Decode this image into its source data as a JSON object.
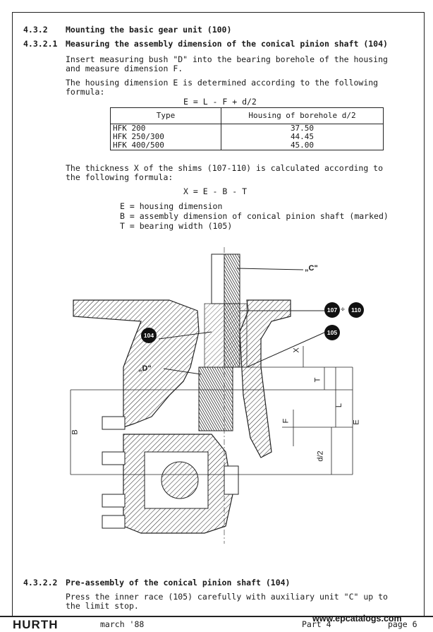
{
  "section_432": {
    "number": "4.3.2",
    "title": "Mounting the basic gear unit (100)"
  },
  "section_4321": {
    "number": "4.3.2.1",
    "title": "Measuring the assembly dimension of the conical pinion shaft (104)",
    "para1_line1": "Insert measuring bush \"D\" into the bearing borehole of the housing",
    "para1_line2": "and measure dimension F.",
    "para2_line1": "The housing dimension E is determined according to the following",
    "para2_line2": "formula:",
    "formula_e": "E = L - F + d/2"
  },
  "table": {
    "header_type": "Type",
    "header_value": "Housing of borehole d/2",
    "rows": [
      {
        "type": "HFK 200",
        "value": "37.50"
      },
      {
        "type": "HFK 250/300",
        "value": "44.45"
      },
      {
        "type": "HFK 400/500",
        "value": "45.00"
      }
    ]
  },
  "shims": {
    "line1": "The thickness X of the shims (107-110) is calculated according to",
    "line2": "the following formula:",
    "formula_x": "X = E - B - T",
    "legend": [
      "E = housing dimension",
      "B = assembly dimension of conical pinion shaft (marked)",
      "T = bearing width (105)"
    ]
  },
  "figure": {
    "label_c": "„C\"",
    "label_d": "„D\"",
    "badge_104": "104",
    "badge_105": "105",
    "badge_107": "107",
    "badge_110": "110",
    "dim_x": "X",
    "dim_t": "T",
    "dim_l": "L",
    "dim_e": "E",
    "dim_b": "B",
    "dim_f": "F",
    "dim_d2": "d/2"
  },
  "section_4322": {
    "number": "4.3.2.2",
    "title": "Pre-assembly of the conical pinion shaft (104)",
    "line1": "Press the inner race (105) carefully with auxiliary unit \"C\" up to",
    "line2": "the limit stop."
  },
  "footer": {
    "logo": "HURTH",
    "date": "march '88",
    "part": "Part 4",
    "watermark": "www.epcatalogs.com",
    "page": "page 6"
  }
}
